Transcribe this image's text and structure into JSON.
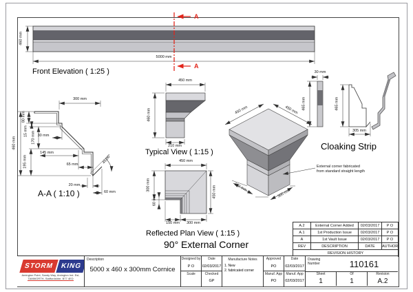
{
  "front_elevation": {
    "label": "Front Elevation ( 1:25 )",
    "height_dim": "460 mm",
    "length_dim": "5000 mm",
    "section_letter": "A"
  },
  "aa_section": {
    "label": "A-A ( 1:10 )",
    "dims": {
      "top_width": "300 mm",
      "step1": "80 mm",
      "step2": "15 mm",
      "slope_height": "170 mm",
      "slope_inset": "30 mm",
      "overall_height": "460 mm",
      "mid_width": "145 mm",
      "lower_height": "195 mm",
      "lower_width": "65 mm",
      "angle": "45.00°",
      "drip_offset": "20 mm",
      "drip_width": "60 mm"
    }
  },
  "typical_view": {
    "label": "Typical View ( 1:15 )",
    "dims": {
      "top_width": "450 mm",
      "height": "460 mm",
      "bottom_width": "210 mm"
    }
  },
  "reflected_plan": {
    "label": "Reflected Plan View ( 1:15 )",
    "sublabel": "90° External Corner",
    "dims": {
      "top_width": "450 mm",
      "left_upper": "300 mm",
      "left_lower": "60 mm",
      "right_height": "450 mm",
      "bottom_left": "150 mm",
      "bottom_right": "300 mm"
    }
  },
  "iso_corner": {
    "note_line1": "External corner fabricated",
    "note_line2": "from standard straight length",
    "dims": {
      "left_edge": "450 mm",
      "right_edge": "450 mm",
      "base_left": "150 mm",
      "base_right": "300 mm"
    }
  },
  "cloaking_strip": {
    "label": "Cloaking Strip",
    "dims": {
      "thickness": "30 mm",
      "strip_height": "465 mm",
      "profile_height": "465 mm",
      "profile_width": "305 mm"
    }
  },
  "revision_history": {
    "title": "REVISION HISTORY",
    "headers": {
      "rev": "REV",
      "description": "DESCRIPTION",
      "date": "DATE",
      "author": "AUTHOR"
    },
    "rows": [
      {
        "rev": "A.2",
        "description": "External Corner Added",
        "date": "02/03/2017",
        "author": "P O"
      },
      {
        "rev": "A.1",
        "description": "1st Production Issue",
        "date": "02/03/2017",
        "author": "P O"
      },
      {
        "rev": "A",
        "description": "1st Vault Issue",
        "date": "02/03/2017",
        "author": "P O"
      }
    ]
  },
  "title_block": {
    "logo": {
      "word1": "STORM",
      "word2": "KING",
      "address_line1": "Amington Point, Sandy Way, Amington Ind. Est,",
      "address_line2": "TAMWORTH, Staffordshire, B77 4ED"
    },
    "description_label": "Description",
    "description": "5000 x 460 x 300mm Cornice",
    "designed_by_label": "Designed by",
    "designed_by": "P O",
    "scale_label": "Scale",
    "date_label": "Date",
    "date": "02/03/2017",
    "checked_label": "Checked",
    "checked": "GP",
    "manufacture_notes_label": "Manufacture Notes",
    "note1": "1. New",
    "note2": "2. fabricated corner",
    "approved_label": "Approved",
    "approved": "PO",
    "approved_date_label": "Date",
    "approved_date": "02/03/2017",
    "manuf_app_label": "Manuf. App",
    "manuf_app": "PO",
    "manuf_app_date_label": "Manuf. App",
    "manuf_app_date": "02/03/2017",
    "drawing_number_label": "Drawing Number",
    "drawing_number": "110161",
    "sheet_label": "Sheet",
    "sheet": "1",
    "of_label": "Of",
    "of": "1",
    "revision_label": "Revision",
    "revision": "A.2"
  }
}
